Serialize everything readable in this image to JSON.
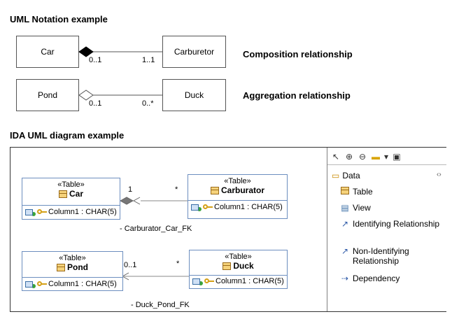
{
  "headings": {
    "uml_notation": "UML Notation example",
    "ida_diagram": "IDA UML diagram example"
  },
  "notation": {
    "car": "Car",
    "carburetor": "Carburetor",
    "car_mult": "0..1",
    "carburetor_mult": "1..1",
    "composition_label": "Composition relationship",
    "pond": "Pond",
    "duck": "Duck",
    "pond_mult": "0..1",
    "duck_mult": "0..*",
    "aggregation_label": "Aggregation relationship"
  },
  "ida": {
    "stereotype": "«Table»",
    "car": {
      "name": "Car",
      "column": "Column1 : CHAR(5)"
    },
    "carburetor": {
      "name": "Carburator",
      "column": "Column1 : CHAR(5)"
    },
    "pond": {
      "name": "Pond",
      "column": "Column1 : CHAR(5)"
    },
    "duck": {
      "name": "Duck",
      "column": "Column1 : CHAR(5)"
    },
    "rel1": {
      "source_mult": "1",
      "target_mult": "*",
      "fk_name": "- Carburator_Car_FK"
    },
    "rel2": {
      "source_mult": "0..1",
      "target_mult": "*",
      "fk_name": "- Duck_Pond_FK"
    }
  },
  "palette": {
    "toolbar": [
      "select-icon",
      "zoom-in-icon",
      "zoom-out-icon",
      "note-icon",
      "dropdown-icon",
      "properties-icon"
    ],
    "drawer_label": "Data",
    "items": [
      {
        "label": "Table",
        "icon": "table-icon"
      },
      {
        "label": "View",
        "icon": "view-icon"
      },
      {
        "label": "Identifying Relationship",
        "icon": "identifying-relationship-icon"
      },
      {
        "label": "Non-Identifying Relationship",
        "icon": "non-identifying-relationship-icon"
      },
      {
        "label": "Dependency",
        "icon": "dependency-icon"
      }
    ]
  }
}
